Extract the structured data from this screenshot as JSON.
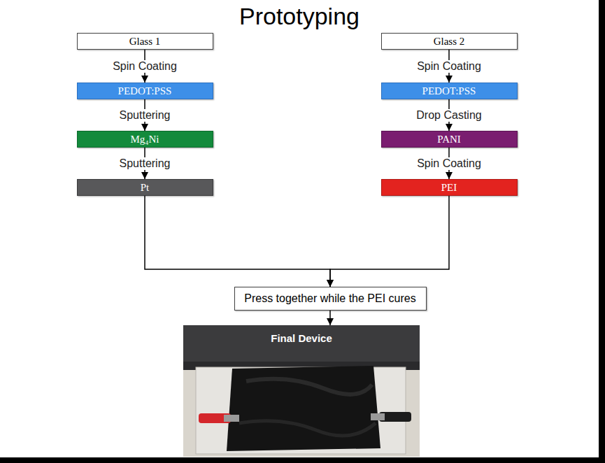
{
  "diagram": {
    "title": "Prototyping",
    "nodes": [
      {
        "text": [
          "Glass 1"
        ]
      },
      {
        "text": [
          "PEDOT:PSS"
        ]
      },
      {
        "text": [
          "Mg₄Ni"
        ]
      },
      {
        "text": [
          "Pt"
        ]
      },
      {
        "text": [
          "Glass 2"
        ]
      },
      {
        "text": [
          "PEDOT:PSS"
        ]
      },
      {
        "text": [
          "PANI"
        ]
      },
      {
        "text": [
          "PEI"
        ]
      },
      {
        "text": [
          "Press together while the PEI cures"
        ]
      },
      {
        "text": [
          "Final Device"
        ]
      }
    ],
    "edges": [
      {
        "from": 0,
        "to": 1,
        "arrow": "to",
        "label": "Spin Coating"
      },
      {
        "from": 1,
        "to": 2,
        "arrow": "to",
        "label": "Sputtering"
      },
      {
        "from": 2,
        "to": 3,
        "arrow": "to",
        "label": "Sputtering"
      },
      {
        "from": 4,
        "to": 5,
        "arrow": "to",
        "label": "Spin Coating"
      },
      {
        "from": 5,
        "to": 6,
        "arrow": "to",
        "label": "Drop Casting"
      },
      {
        "from": 6,
        "to": 7,
        "arrow": "to",
        "label": "Spin Coating"
      },
      {
        "from": 3,
        "to": 8,
        "arrow": "to"
      },
      {
        "from": 7,
        "to": 8,
        "arrow": "to"
      },
      {
        "from": 8,
        "to": 9,
        "arrow": "to"
      }
    ]
  }
}
